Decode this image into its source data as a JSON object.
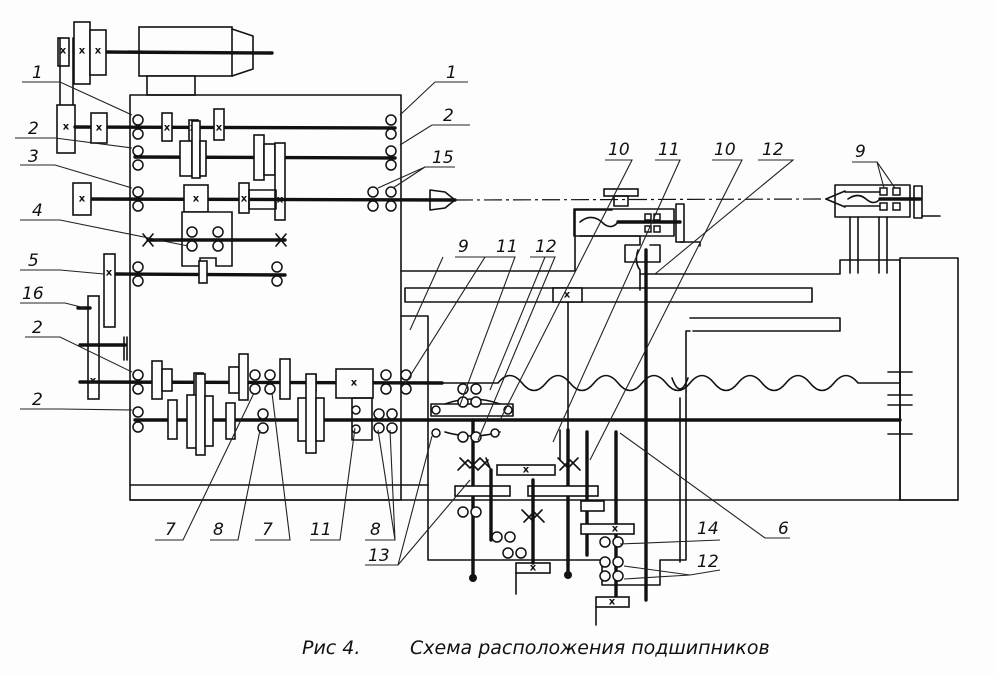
{
  "figure": {
    "caption_number": "Рис 4.",
    "caption_text": "Схема расположения подшипников",
    "x_mark": "x"
  },
  "callouts": {
    "l1_left": "1",
    "l2_left_top": "2",
    "l3": "3",
    "l4": "4",
    "l5": "5",
    "l16": "16",
    "l2_left_mid": "2",
    "l2_left_low": "2",
    "l1_right": "1",
    "l2_right": "2",
    "l15": "15",
    "l10_a": "10",
    "l11_a": "11",
    "l10_b": "10",
    "l12_a": "12",
    "l9_tail": "9",
    "l9_apron": "9",
    "l11_apron": "11",
    "l12_apron": "12",
    "l7_a": "7",
    "l8_a": "8",
    "l7_b": "7",
    "l11_box": "11",
    "l8_b": "8",
    "l13": "13",
    "l14": "14",
    "l6": "6",
    "l12_bottom": "12"
  }
}
